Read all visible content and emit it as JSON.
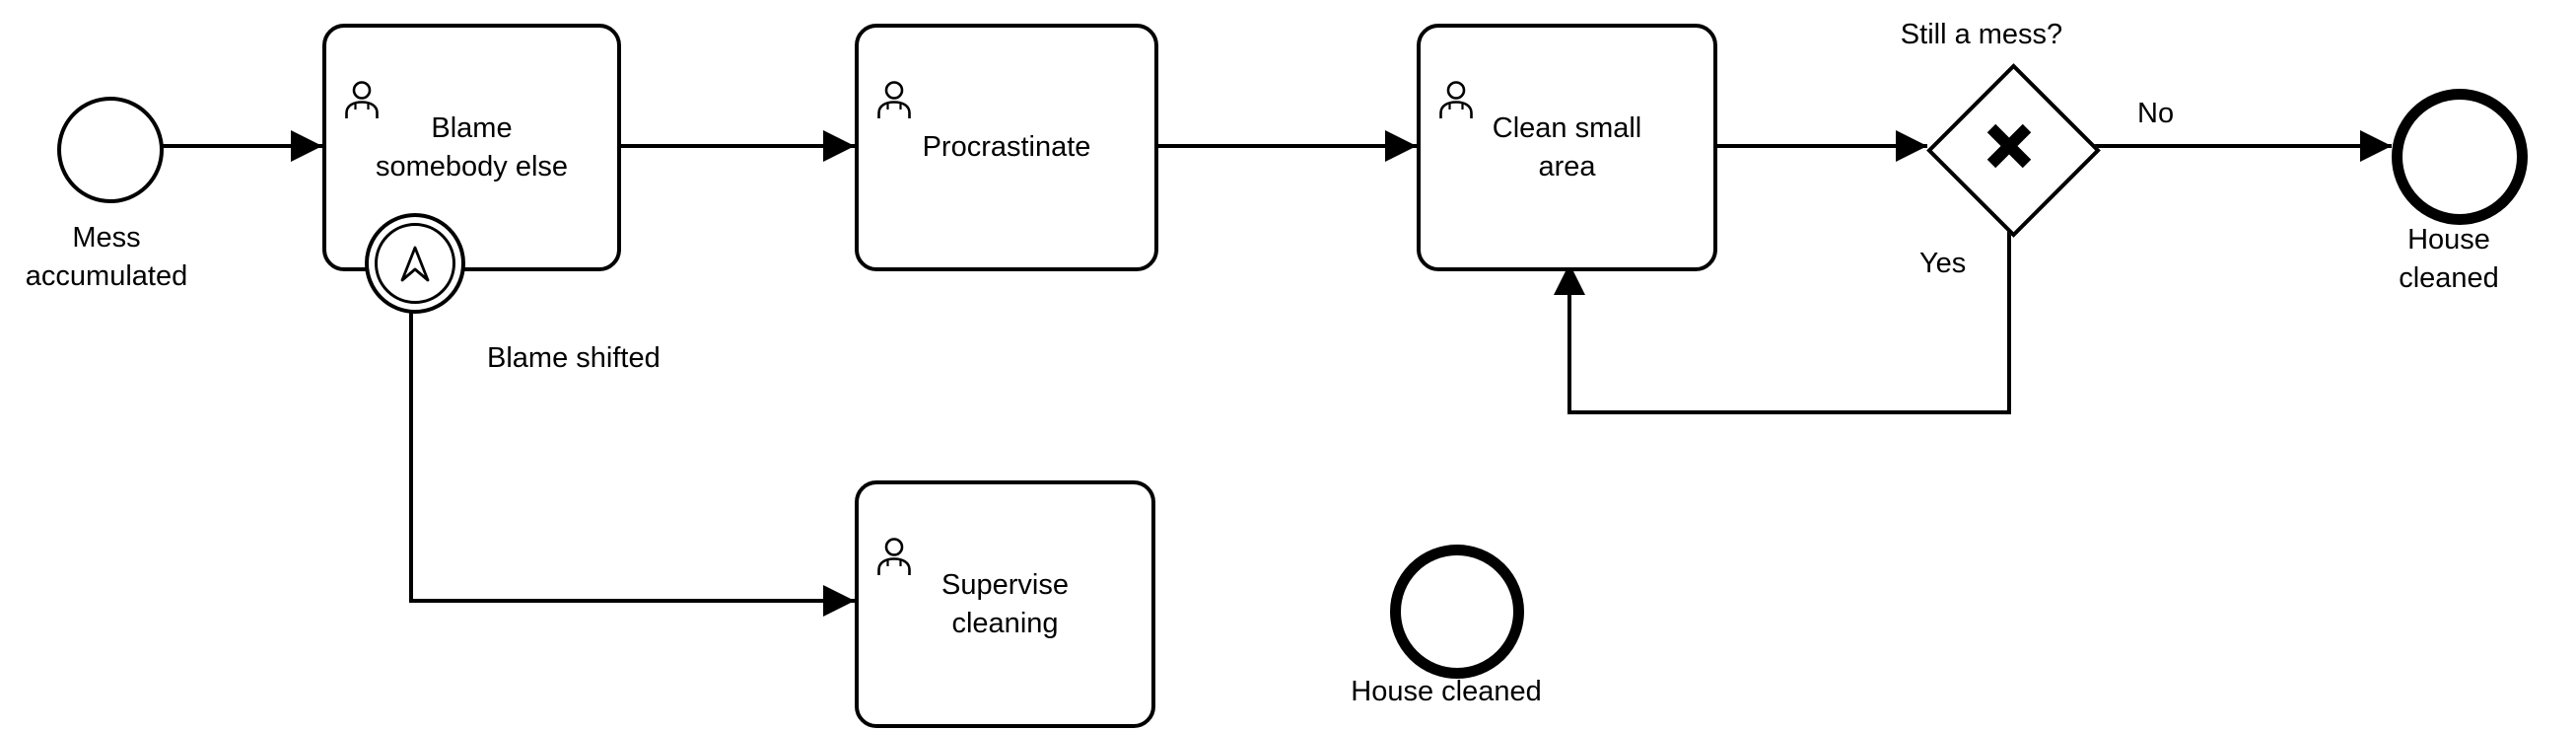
{
  "diagram": {
    "start_event": {
      "label": "Mess\naccumulated"
    },
    "tasks": {
      "blame": {
        "label": "Blame\nsomebody else",
        "icon": "user-icon"
      },
      "procrastinate": {
        "label": "Procrastinate",
        "icon": "user-icon"
      },
      "clean": {
        "label": "Clean small\narea",
        "icon": "user-icon"
      },
      "supervise": {
        "label": "Supervise\ncleaning",
        "icon": "user-icon"
      }
    },
    "boundary_event": {
      "icon": "escalation-arrow-icon",
      "flow_label": "Blame shifted"
    },
    "gateway": {
      "label": "Still a mess?",
      "marker": "X",
      "icon": "x-marker-icon"
    },
    "flow_labels": {
      "no": "No",
      "yes": "Yes"
    },
    "end_events": {
      "main": {
        "label": "House cleaned"
      },
      "supervise": {
        "label": "House cleaned"
      }
    },
    "colors": {
      "stroke": "#000000",
      "fill": "#ffffff"
    }
  }
}
